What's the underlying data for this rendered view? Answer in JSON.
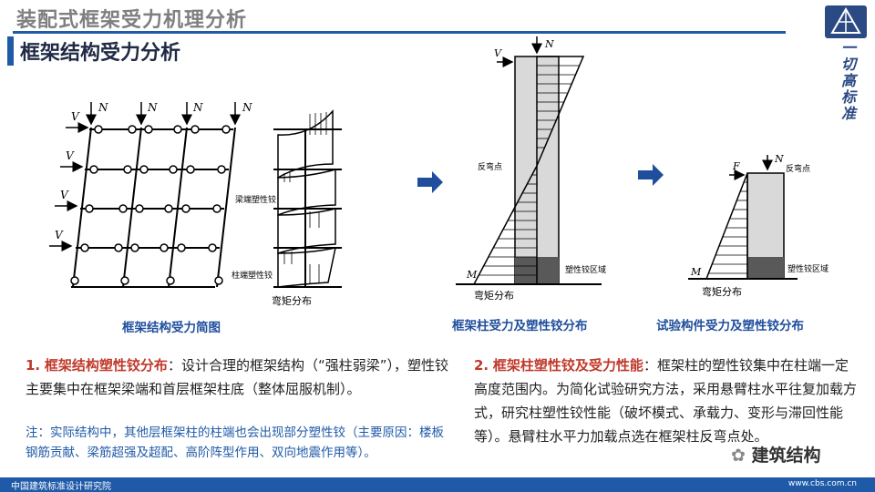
{
  "header": {
    "title": "装配式框架受力机理分析",
    "subtitle": "框架结构受力分析",
    "logo_text": "一切高标准"
  },
  "diagram": {
    "left_panel": {
      "loads": [
        "N",
        "N",
        "N",
        "N"
      ],
      "lateral": [
        "V",
        "V",
        "V",
        "V"
      ],
      "hinge_label_1": "梁端塑性铰",
      "hinge_label_2": "柱端塑性铰",
      "moment_label": "弯矩分布",
      "caption": "框架结构受力简图"
    },
    "middle_panel": {
      "load_v": "V",
      "load_n": "N",
      "inflection_label": "反弯点",
      "hinge_region_label": "塑性铰区域",
      "moment_symbol": "M",
      "moment_label": "弯矩分布",
      "caption": "框架柱受力及塑性铰分布"
    },
    "right_panel": {
      "load_f": "F",
      "load_n": "N",
      "inflection_label": "反弯点",
      "hinge_region_label": "塑性铰区域",
      "moment_symbol": "M",
      "moment_label": "弯矩分布",
      "caption": "试验构件受力及塑性铰分布"
    }
  },
  "section1": {
    "number": "1.",
    "heading": "框架结构塑性铰分布",
    "body": "：设计合理的框架结构（“强柱弱梁”），塑性铰主要集中在框架梁端和首层框架柱底（整体屈服机制）。",
    "note": "注：实际结构中，其他层框架柱的柱端也会出现部分塑性铰（主要原因：楼板钢筋贡献、梁筋超强及超配、高阶阵型作用、双向地震作用等）。"
  },
  "section2": {
    "number": "2.",
    "heading": "框架柱塑性铰及受力性能",
    "body": "：框架柱的塑性铰集中在柱端一定高度范围内。为简化试验研究方法，采用悬臂柱水平往复加载方式，研究柱塑性铰性能（破坏模式、承载力、变形与滞回性能等）。悬臂柱水平力加载点选在框架柱反弯点处。"
  },
  "watermark": "建筑结构",
  "footer": {
    "org": "中国建筑标准设计研究院",
    "url": "www.cbs.com.cn"
  },
  "colors": {
    "accent": "#1f5aa8",
    "highlight": "#c0392b",
    "column_fill": "#d9d9d9",
    "hinge_fill": "#595959"
  }
}
